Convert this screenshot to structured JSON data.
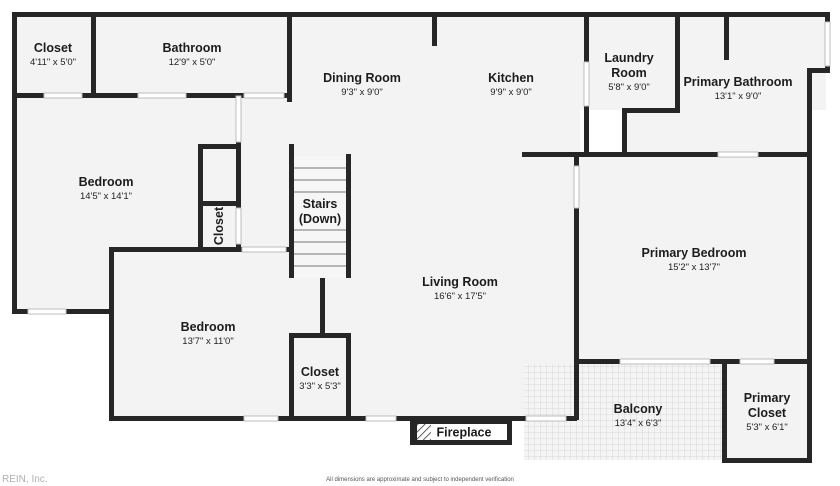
{
  "rooms": [
    {
      "id": "closet-tl",
      "name": "Closet",
      "dims": "4'11\" x 5'0\""
    },
    {
      "id": "bathroom",
      "name": "Bathroom",
      "dims": "12'9\" x 5'0\""
    },
    {
      "id": "dining",
      "name": "Dining Room",
      "dims": "9'3\" x 9'0\""
    },
    {
      "id": "kitchen",
      "name": "Kitchen",
      "dims": "9'9\" x 9'0\""
    },
    {
      "id": "laundry",
      "name_lines": [
        "Laundry",
        "Room"
      ],
      "dims": "5'8\" x 9'0\""
    },
    {
      "id": "primary-bath",
      "name": "Primary Bathroom",
      "dims": "13'1\" x 9'0\""
    },
    {
      "id": "bedroom-1",
      "name": "Bedroom",
      "dims": "14'5\" x 14'1\""
    },
    {
      "id": "closet-small",
      "name": "Closet"
    },
    {
      "id": "stairs",
      "name_lines": [
        "Stairs",
        "(Down)"
      ]
    },
    {
      "id": "living",
      "name": "Living Room",
      "dims": "16'6\" x 17'5\""
    },
    {
      "id": "primary-bed",
      "name": "Primary Bedroom",
      "dims": "15'2\" x 13'7\""
    },
    {
      "id": "bedroom-2",
      "name": "Bedroom",
      "dims": "13'7\" x 11'0\""
    },
    {
      "id": "closet-mid",
      "name": "Closet",
      "dims": "3'3\" x 5'3\""
    },
    {
      "id": "balcony",
      "name": "Balcony",
      "dims": "13'4\" x 6'3\""
    },
    {
      "id": "primary-closet",
      "name_lines": [
        "Primary",
        "Closet"
      ],
      "dims": "5'3\" x 6'1\""
    }
  ],
  "fireplace": "Fireplace",
  "watermark": "REIN, Inc.",
  "disclaimer": "All dimensions are approximate and subject to independent verification",
  "colors": {
    "wall": "#262626",
    "floor": "#f3f3f3",
    "background": "#ffffff"
  }
}
